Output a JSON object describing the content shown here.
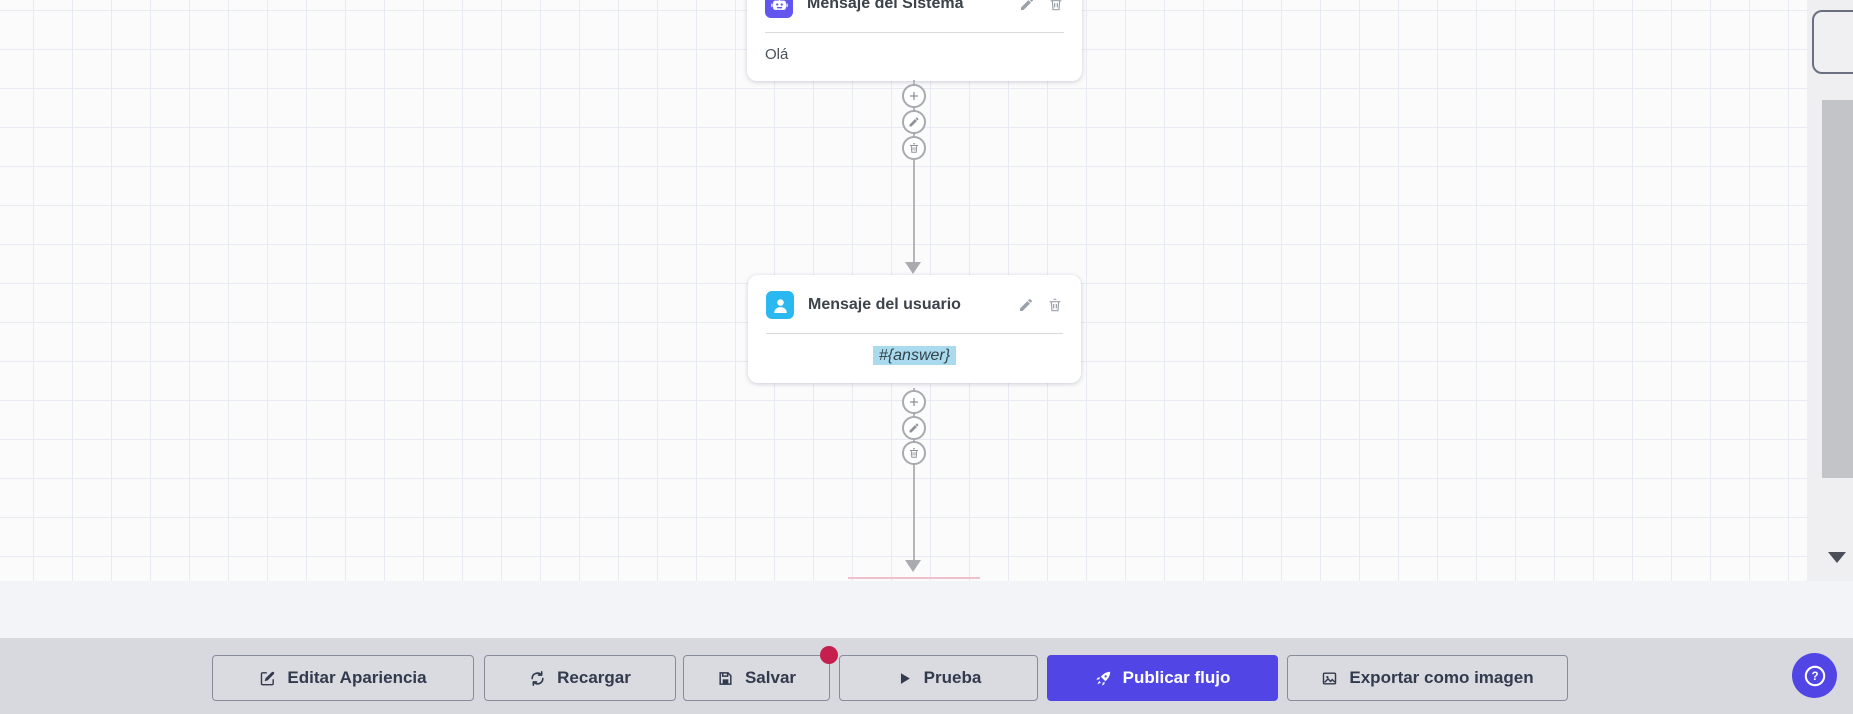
{
  "canvas": {
    "nodes": [
      {
        "title": "Mensaje del Sistema",
        "content": "Olá",
        "icon": "robot-icon",
        "icon_color": "#6157EF"
      },
      {
        "title": "Mensaje del usuario",
        "content": "#{answer}",
        "icon": "user-icon",
        "icon_color": "#2AB8F0",
        "content_highlight_color": "#A9DAEE"
      }
    ],
    "node_actions": [
      {
        "icon": "pencil-icon"
      },
      {
        "icon": "trash-icon"
      }
    ],
    "connector_actions": [
      {
        "icon": "plus-icon"
      },
      {
        "icon": "pencil-icon"
      },
      {
        "icon": "trash-icon"
      }
    ]
  },
  "toolbar": {
    "buttons": [
      {
        "label": "Editar Apariencia",
        "icon": "edit-square-icon"
      },
      {
        "label": "Recargar",
        "icon": "refresh-icon"
      },
      {
        "label": "Salvar",
        "icon": "save-icon",
        "has_badge": true
      },
      {
        "label": "Prueba",
        "icon": "play-icon"
      },
      {
        "label": "Publicar flujo",
        "icon": "rocket-icon",
        "primary": true
      },
      {
        "label": "Exportar como imagen",
        "icon": "image-icon"
      }
    ]
  },
  "help_button": {
    "icon": "question-mark-icon"
  },
  "colors": {
    "accent": "#5146E5",
    "system_node_icon": "#6157EF",
    "user_node_icon": "#2AB8F0",
    "answer_highlight": "#A9DAEE",
    "unsaved_badge": "#C51F4F",
    "toolbar_bg": "#D8D9DE"
  }
}
